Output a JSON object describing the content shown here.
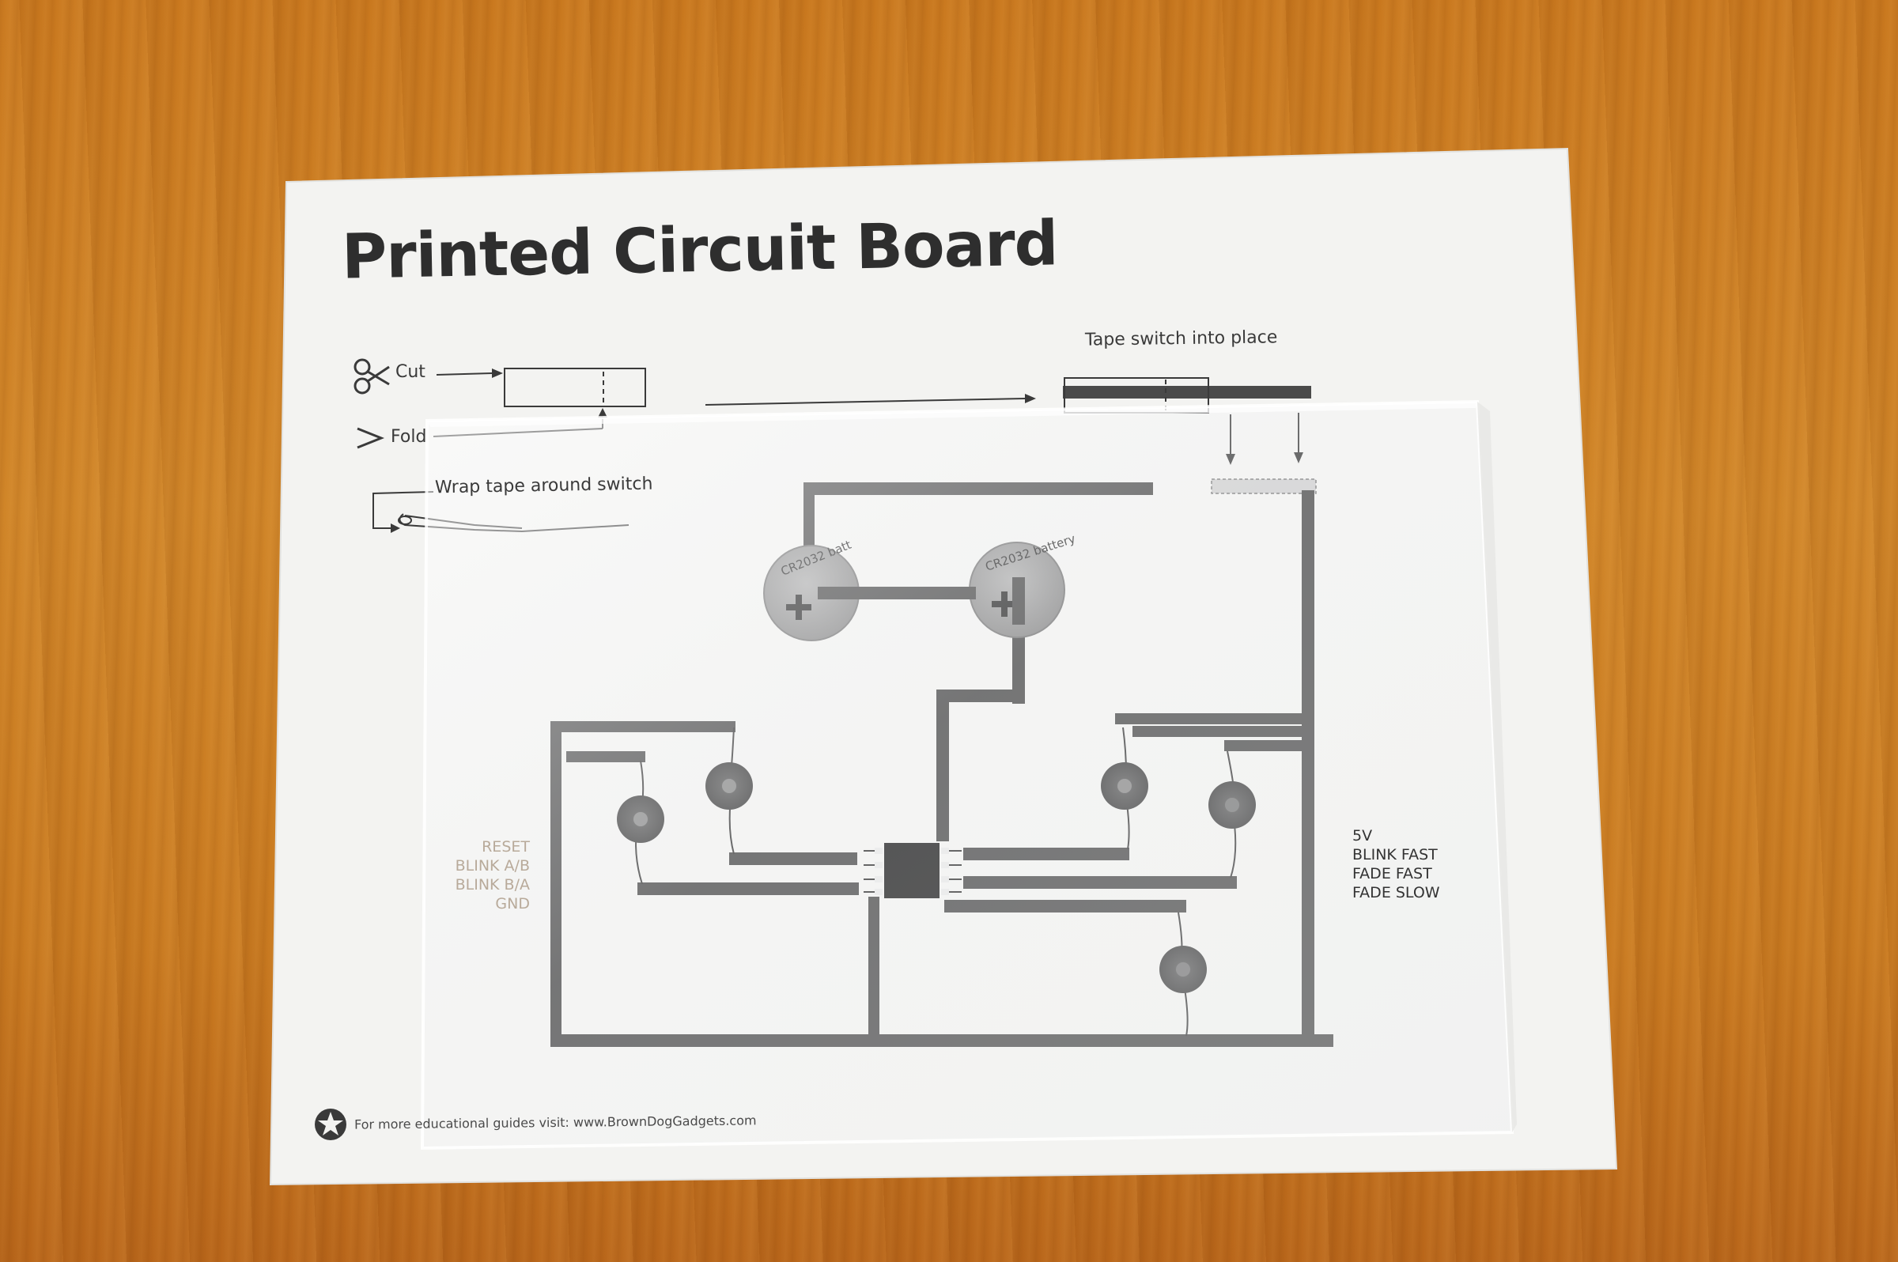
{
  "sheet": {
    "title": "Printed Circuit Board",
    "instructions": {
      "cut": "Cut",
      "fold": "Fold",
      "wrap": "Wrap tape around switch",
      "tape_switch": "Tape switch into place"
    },
    "left_pins": [
      "RESET",
      "BLINK A/B",
      "BLINK B/A",
      "GND"
    ],
    "right_pins": [
      "5V",
      "BLINK FAST",
      "FADE FAST",
      "FADE SLOW"
    ],
    "battery_labels": [
      "CR2032 batt",
      "CR2032 battery"
    ],
    "footer": "For more educational guides visit: www.BrownDogGadgets.com"
  },
  "colors": {
    "table": "#c97a20",
    "paper": "#f4f4f2",
    "trace": "#4a4a4a",
    "battery": "#9a9a9a"
  },
  "icons": [
    "scissors-icon",
    "fold-icon",
    "star-icon",
    "chip-icon"
  ]
}
